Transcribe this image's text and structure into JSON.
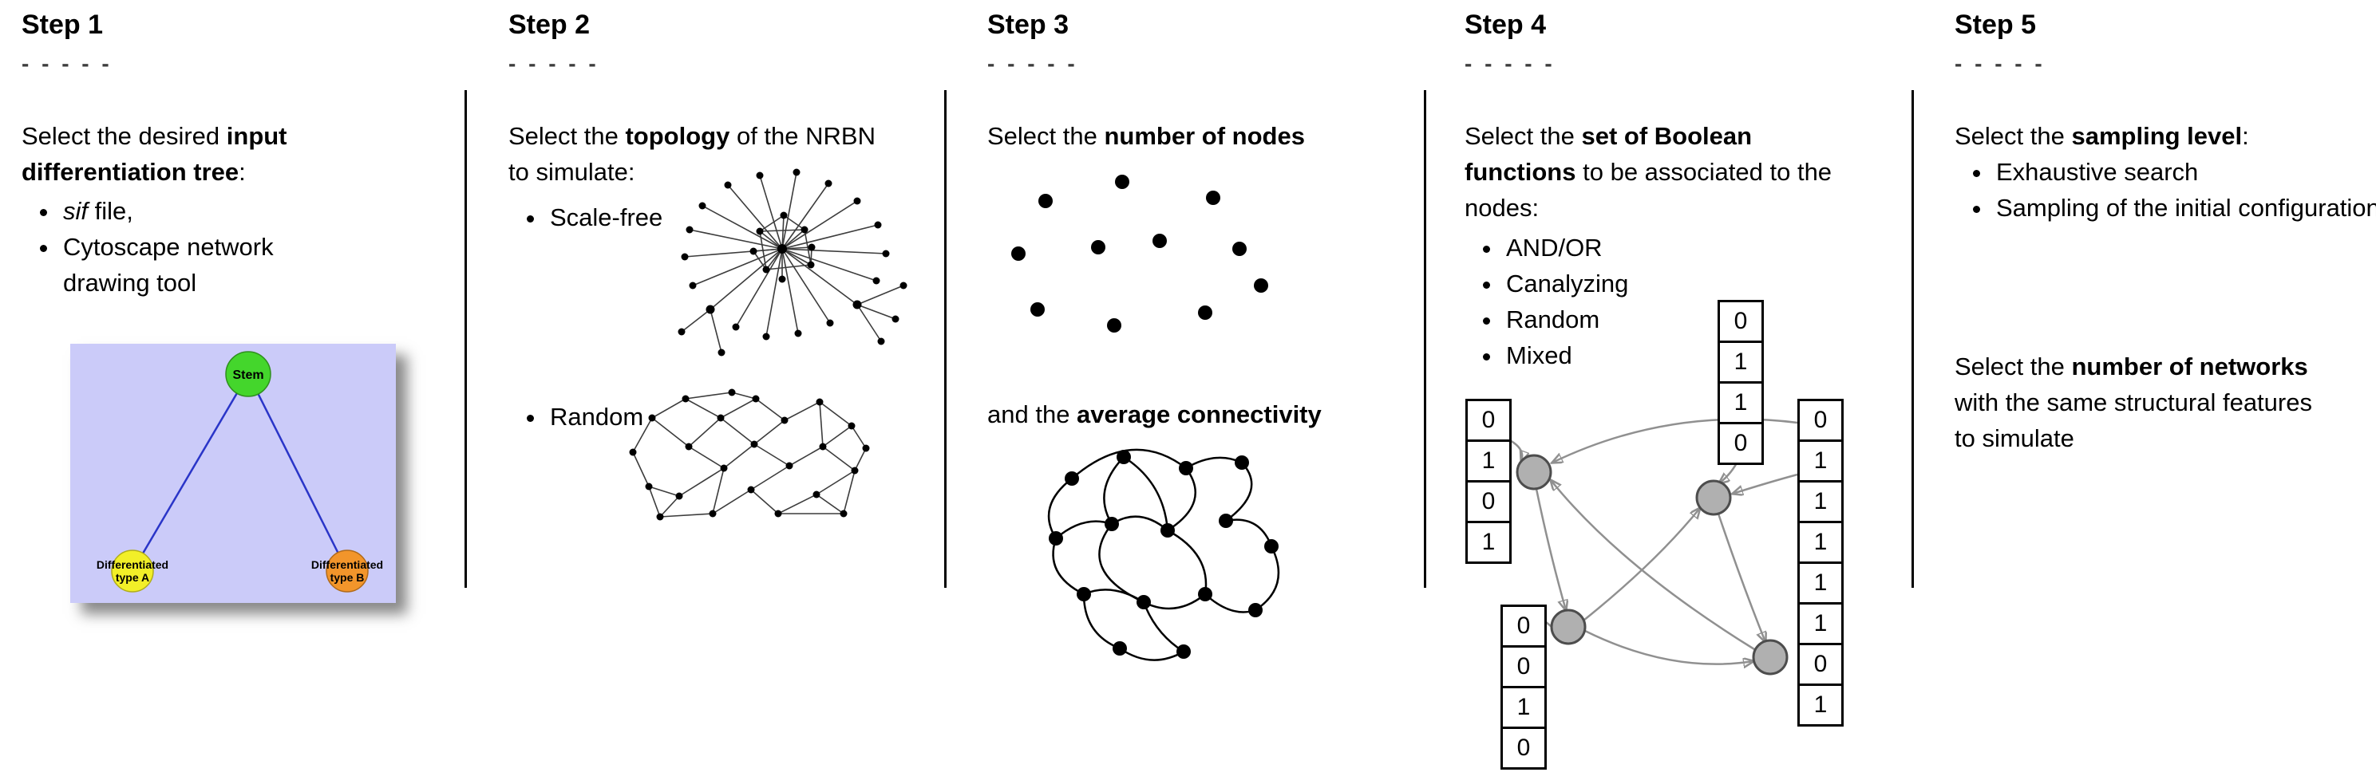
{
  "dashes": "- - - - -",
  "steps": [
    {
      "title": "Step 1",
      "intro": {
        "pre": "Select the desired ",
        "bold": "input differentiation tree",
        "post": ":"
      },
      "bullets": [
        {
          "italic": "sif",
          "text": " file,"
        },
        {
          "text": "Cytoscape network drawing tool"
        }
      ],
      "tree": {
        "root_label": "Stem",
        "left_label_line1": "Differentiated",
        "left_label_line2": "type A",
        "right_label_line1": "Differentiated",
        "right_label_line2": "type B",
        "bg_color": "#cbcbf9",
        "root_color": "#44d62c",
        "left_color": "#f2ef28",
        "right_color": "#f2952b",
        "edge_color": "#2a35c8"
      }
    },
    {
      "title": "Step 2",
      "intro": {
        "pre": "Select the ",
        "bold": "topology",
        "post": " of the NRBN to simulate:"
      },
      "bullets": [
        {
          "text": "Scale-free"
        },
        {
          "text": "Random"
        }
      ]
    },
    {
      "title": "Step 3",
      "text1": {
        "pre": "Select the ",
        "bold": "number of nodes",
        "post": ""
      },
      "text2": {
        "pre": "and the ",
        "bold": "average connectivity",
        "post": ""
      }
    },
    {
      "title": "Step 4",
      "intro": {
        "pre": "Select the ",
        "bold": "set of Boolean functions",
        "post": " to be associated to the nodes:"
      },
      "bullets": [
        {
          "text": "AND/OR"
        },
        {
          "text": "Canalyzing"
        },
        {
          "text": "Random"
        },
        {
          "text": "Mixed"
        }
      ],
      "diagram": {
        "node_color": "#b0b0b0",
        "arrow_color": "#909090",
        "tables": {
          "top": {
            "values": [
              "0",
              "1",
              "1",
              "0"
            ]
          },
          "left": {
            "values": [
              "0",
              "1",
              "0",
              "1"
            ]
          },
          "right": {
            "values": [
              "0",
              "1",
              "1",
              "1",
              "1",
              "1",
              "0",
              "1"
            ]
          },
          "bottom": {
            "values": [
              "0",
              "0",
              "1",
              "0"
            ]
          }
        }
      }
    },
    {
      "title": "Step 5",
      "text1": {
        "pre": "Select the ",
        "bold": "sampling level",
        "post": ":"
      },
      "bullets": [
        {
          "text": "Exhaustive search"
        },
        {
          "text": "Sampling of the initial configurations"
        }
      ],
      "text2": {
        "pre": "Select the ",
        "bold": "number of networks",
        "post": " with the same structural features to simulate"
      }
    }
  ]
}
